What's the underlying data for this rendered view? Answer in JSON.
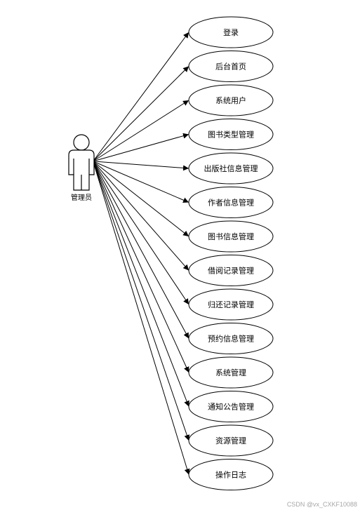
{
  "diagram": {
    "actor": {
      "label": "管理员",
      "icon": "person-icon"
    },
    "use_cases": [
      "登录",
      "后台首页",
      "系统用户",
      "图书类型管理",
      "出版社信息管理",
      "作者信息管理",
      "图书信息管理",
      "借阅记录管理",
      "归还记录管理",
      "预约信息管理",
      "系统管理",
      "通知公告管理",
      "资源管理",
      "操作日志"
    ]
  },
  "watermark": "CSDN @vx_CXKF10088"
}
